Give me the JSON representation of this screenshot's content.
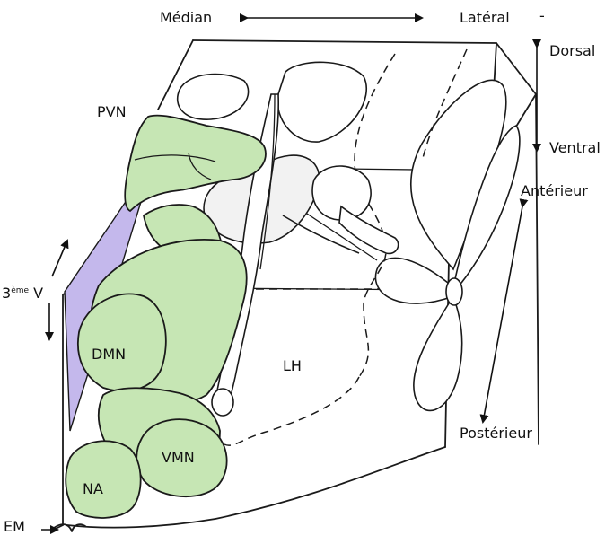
{
  "orientation": {
    "medial": "Médian",
    "lateral": "Latéral",
    "lateral_mark": "-",
    "dorsal": "Dorsal",
    "ventral": "Ventral",
    "anterior": "Antérieur",
    "posterior": "Postérieur"
  },
  "structures": {
    "pvn": "PVN",
    "dmn": "DMN",
    "vmn": "VMN",
    "na": "NA",
    "lh": "LH",
    "third_ventricle_prefix": "3",
    "third_ventricle_sup": "ème",
    "third_ventricle_suffix": " V",
    "em": "EM"
  },
  "colors": {
    "nucleus_fill": "#c6e6b4",
    "ventricle_fill": "#c4b8ec",
    "outline": "#1a1a1a"
  }
}
